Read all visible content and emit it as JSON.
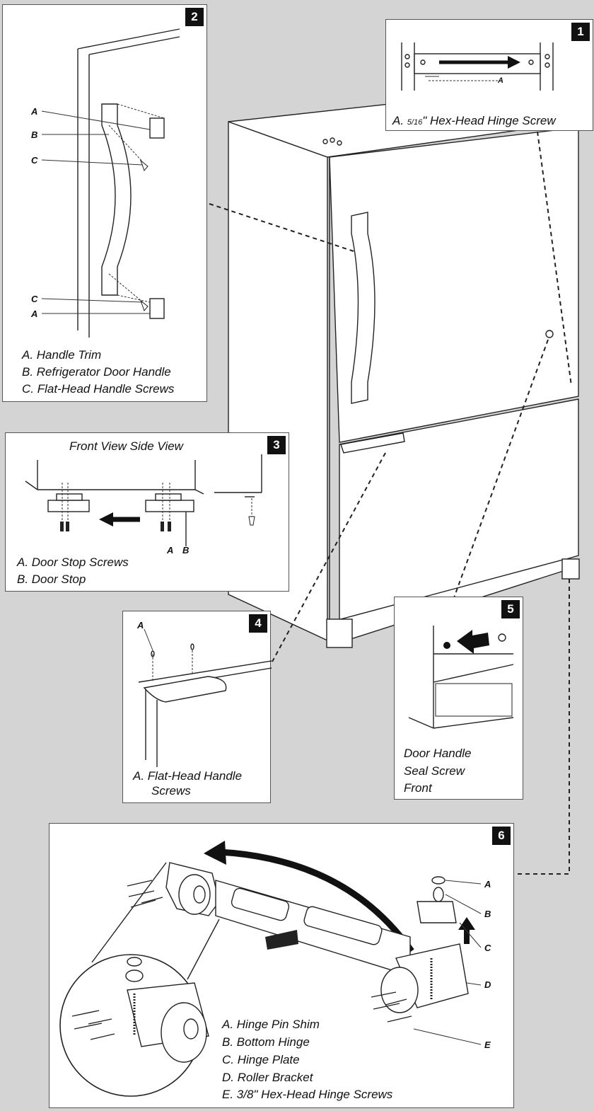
{
  "panel1": {
    "number": "1",
    "label_a": "A",
    "caption_prefix": "A. ",
    "caption_fraction": "5/16",
    "caption_suffix": "\" Hex-Head Hinge Screw"
  },
  "panel2": {
    "number": "2",
    "labels": [
      "A",
      "B",
      "C",
      "C",
      "A"
    ],
    "legend": [
      "A. Handle Trim",
      "B. Refrigerator Door Handle",
      "C. Flat-Head Handle Screws"
    ]
  },
  "panel3": {
    "number": "3",
    "heading": "Front View  Side View",
    "labels": [
      "A",
      "B"
    ],
    "legend": [
      "A. Door Stop Screws",
      "B. Door Stop"
    ]
  },
  "panel4": {
    "number": "4",
    "label_a": "A",
    "legend": [
      "A. Flat-Head Handle",
      "Screws"
    ]
  },
  "panel5": {
    "number": "5",
    "legend": [
      "Door Handle",
      "Seal Screw",
      "Front"
    ]
  },
  "panel6": {
    "number": "6",
    "labels": [
      "A",
      "B",
      "C",
      "D",
      "E"
    ],
    "legend": [
      "A. Hinge Pin Shim",
      "B. Bottom Hinge",
      "C. Hinge Plate",
      "D. Roller Bracket",
      "E. 3/8\" Hex-Head Hinge Screws"
    ]
  }
}
